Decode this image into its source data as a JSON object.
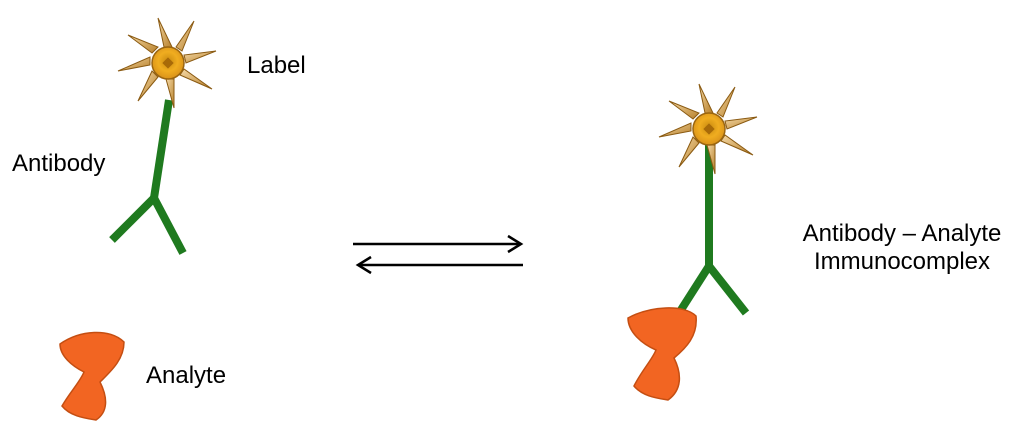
{
  "labels": {
    "label": "Label",
    "antibody": "Antibody",
    "analyte": "Analyte",
    "complex_line1": "Antibody – Analyte",
    "complex_line2": "Immunocomplex"
  },
  "colors": {
    "antibody": "#1f7a1f",
    "label_core": "#e6a11a",
    "label_rays": "#c08a2a",
    "analyte": "#f26522",
    "arrows": "#000000"
  },
  "icons": {
    "label": "starburst-label-icon",
    "antibody": "y-shaped-antibody-icon",
    "analyte": "analyte-blob-icon",
    "equilibrium": "equilibrium-arrows-icon"
  }
}
